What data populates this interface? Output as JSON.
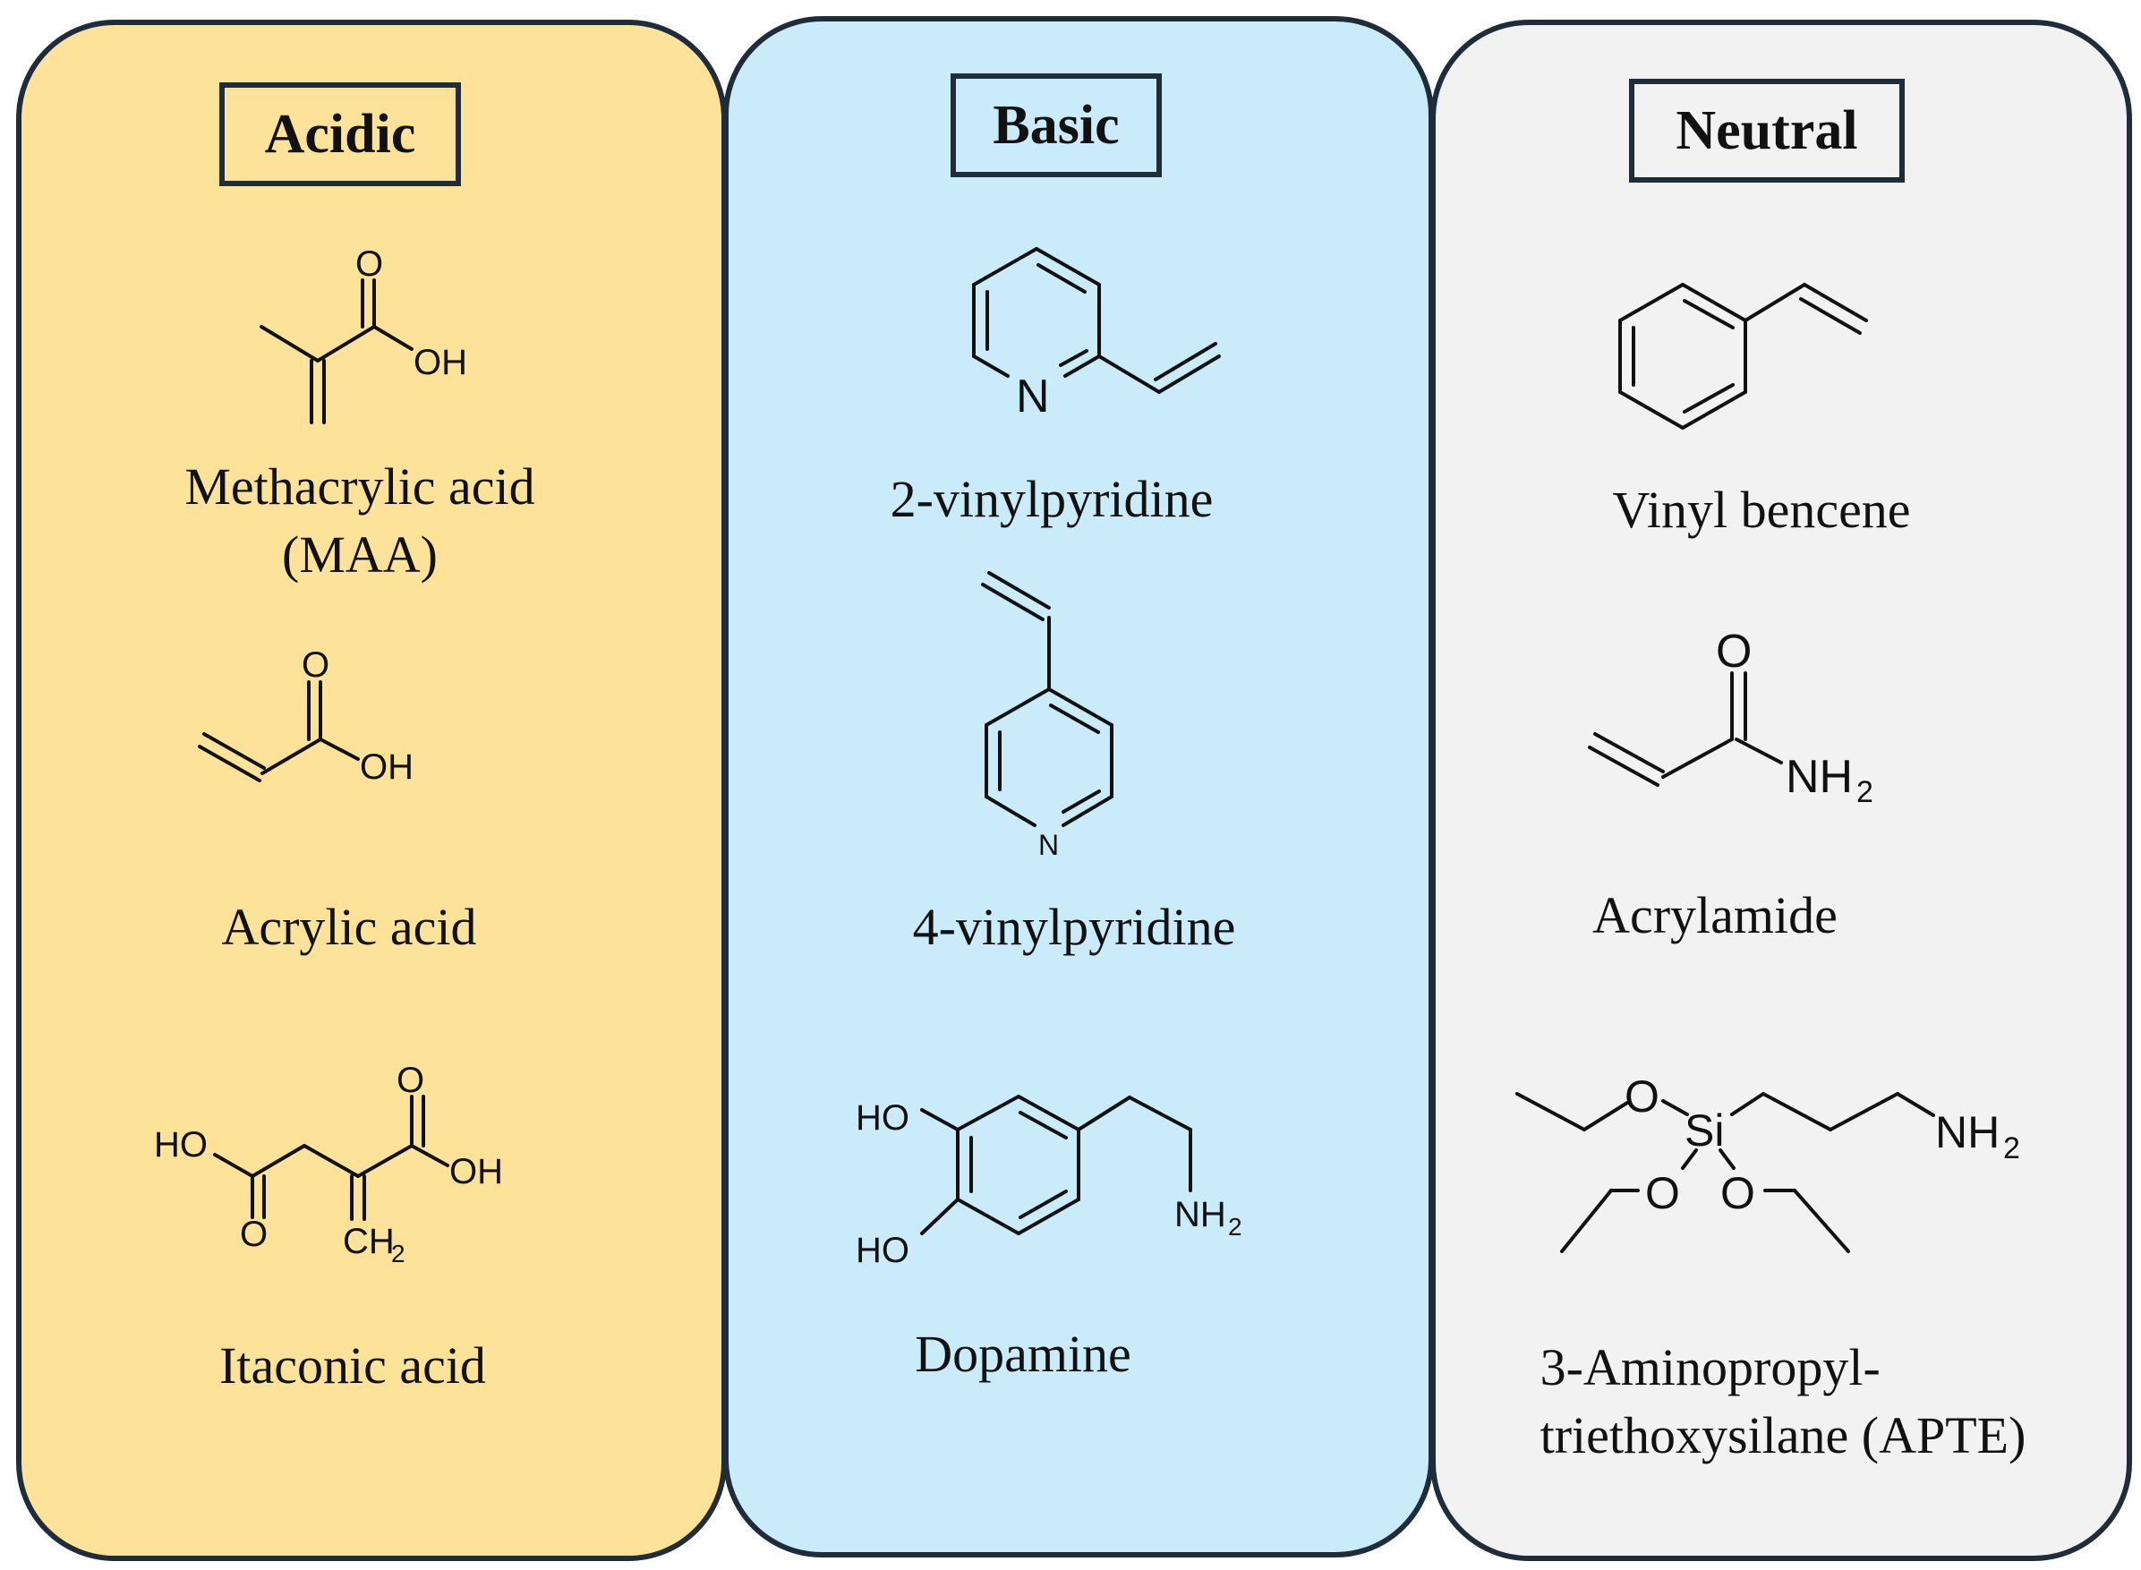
{
  "panels": {
    "acidic": {
      "header": "Acidic",
      "color": "#fde39a",
      "compounds": [
        {
          "name": "Methacrylic acid",
          "name2": "(MAA)"
        },
        {
          "name": "Acrylic acid"
        },
        {
          "name": "Itaconic acid"
        }
      ]
    },
    "basic": {
      "header": "Basic",
      "color": "#c9ebfa",
      "compounds": [
        {
          "name": "2-vinylpyridine"
        },
        {
          "name": "4-vinylpyridine"
        },
        {
          "name": "Dopamine"
        }
      ]
    },
    "neutral": {
      "header": "Neutral",
      "color": "#f2f2f2",
      "compounds": [
        {
          "name": "Vinyl bencene"
        },
        {
          "name": "Acrylamide"
        },
        {
          "name": "3-Aminopropyl-",
          "name2": "triethoxysilane (APTE)"
        }
      ]
    }
  },
  "atom_labels": {
    "o": "O",
    "oh": "OH",
    "ho": "HO",
    "n": "N",
    "nh": "NH",
    "ch": "CH",
    "si": "Si",
    "sub2": "2"
  }
}
